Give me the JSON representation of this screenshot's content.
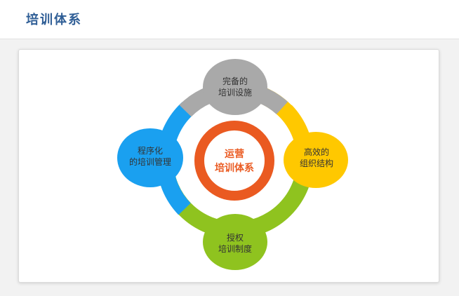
{
  "header": {
    "title": "培训体系"
  },
  "colors": {
    "title": "#2f5e96",
    "gray": "#a9a9a9",
    "yellow": "#ffc800",
    "green": "#8fc31f",
    "blue": "#1aa0f0",
    "orange": "#ea5a21"
  },
  "diagram": {
    "center": {
      "line1": "运营",
      "line2": "培训体系"
    },
    "nodes": {
      "top": {
        "line1": "完备的",
        "line2": "培训设施"
      },
      "right": {
        "line1": "高效的",
        "line2": "组织结构"
      },
      "bottom": {
        "line1": "授权",
        "line2": "培训制度"
      },
      "left": {
        "line1": "程序化",
        "line2": "的培训管理"
      }
    }
  }
}
